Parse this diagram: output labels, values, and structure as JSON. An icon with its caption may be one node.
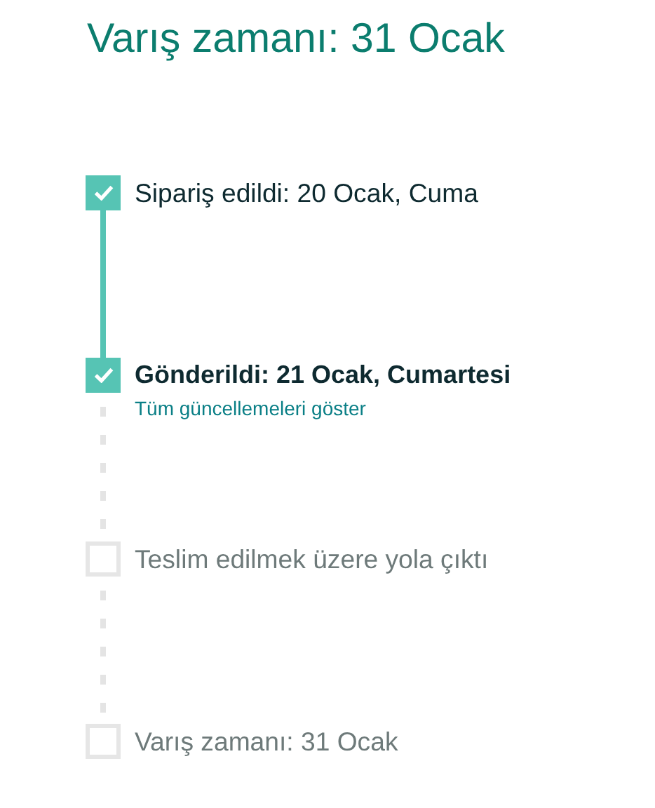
{
  "diagram": {
    "title": "Varış zamanı: 31 Ocak",
    "nodes": [
      {
        "text": [],
        "shape": "box",
        "beside": [
          "Sipariş edildi: 20 Ocak, Cuma"
        ]
      },
      {
        "text": [],
        "shape": "box",
        "beside": [
          "Gönderildi: 21 Ocak, Cumartesi",
          "Tüm güncellemeleri göster"
        ]
      },
      {
        "text": [],
        "shape": "box",
        "beside": [
          "Teslim edilmek üzere yola çıktı"
        ]
      },
      {
        "text": [],
        "shape": "box",
        "beside": [
          "Varış zamanı: 31 Ocak"
        ]
      }
    ],
    "edges": [
      {
        "from": 0,
        "to": 1,
        "arrow": "none",
        "color": "#56c4b4"
      },
      {
        "from": 1,
        "to": 2,
        "arrow": "none",
        "style": "dashed"
      },
      {
        "from": 2,
        "to": 3,
        "arrow": "none",
        "style": "dashed"
      }
    ]
  }
}
